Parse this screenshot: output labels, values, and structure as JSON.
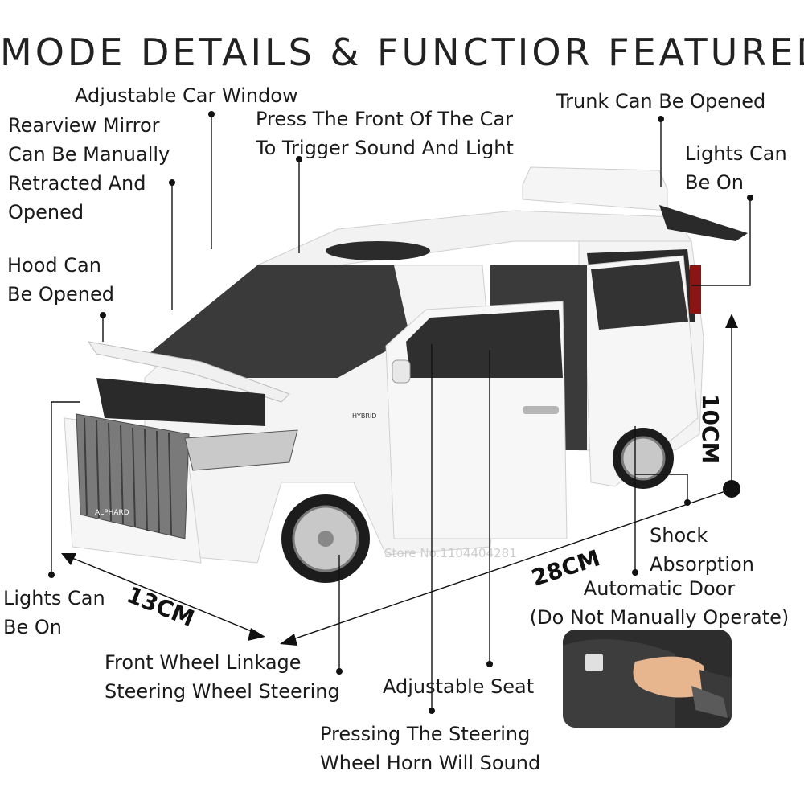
{
  "title": "MODE DETAILS & FUNCTIOR FEATURED",
  "watermark": "Store No.1104404281",
  "labels": {
    "window": "Adjustable Car Window",
    "mirror": [
      "Rearview Mirror",
      "Can Be Manually",
      "Retracted And",
      "Opened"
    ],
    "front_press": [
      "Press The Front Of The Car",
      "To Trigger Sound And Light"
    ],
    "trunk": "Trunk Can Be Opened",
    "rear_lights": [
      "Lights Can",
      "Be On"
    ],
    "hood": [
      "Hood Can",
      "Be Opened"
    ],
    "front_lights": [
      "Lights Can",
      "Be On"
    ],
    "shock": [
      "Shock",
      "Absorption"
    ],
    "auto_door": [
      "Automatic Door",
      "(Do Not Manually Operate)"
    ],
    "front_wheel": [
      "Front Wheel Linkage",
      "Steering Wheel Steering"
    ],
    "seat": "Adjustable Seat",
    "horn": [
      "Pressing The Steering",
      "Wheel Horn Will Sound"
    ]
  },
  "dimensions": {
    "height": "10CM",
    "length": "28CM",
    "width": "13CM"
  },
  "car_badges": {
    "grille": "ALPHARD",
    "side": "HYBRID"
  },
  "colors": {
    "car_body": "#f4f4f4",
    "glass": "#2b2b2b",
    "chrome": "#9a9a9a",
    "lines": "#111111"
  }
}
